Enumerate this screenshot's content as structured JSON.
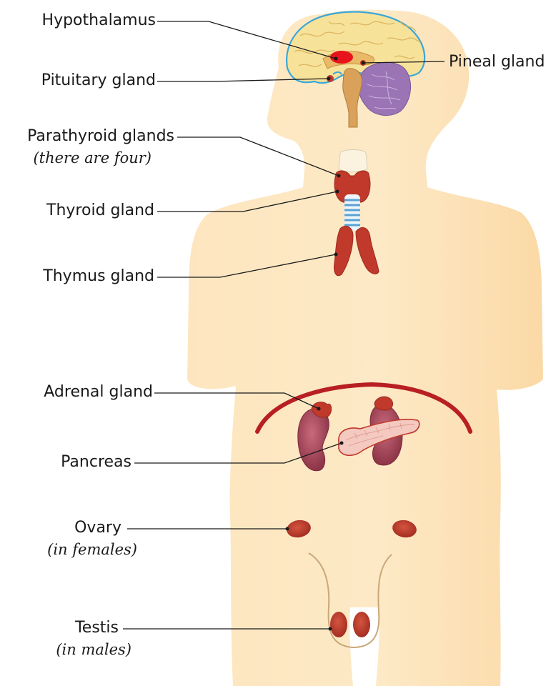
{
  "labels": {
    "hypothalamus": "Hypothalamus",
    "pineal": "Pineal gland",
    "pituitary": "Pituitary gland",
    "parathyroid": "Parathyroid glands",
    "parathyroid_note": "(there are four)",
    "thyroid": "Thyroid gland",
    "thymus": "Thymus gland",
    "adrenal": "Adrenal gland",
    "pancreas": "Pancreas",
    "ovary": "Ovary",
    "ovary_note": "(in females)",
    "testis": "Testis",
    "testis_note": "(in males)"
  },
  "colors": {
    "body_skin": "#fde6bf",
    "brain": "#f7e29a",
    "brain_outline": "#3aa7d8",
    "cerebellum": "#9b74b5",
    "brainstem": "#d9a15a",
    "gland_red": "#c0392b",
    "hypothalamus_red": "#e8141c",
    "trachea": "#7fb9dd",
    "kidney": "#a0485a",
    "pancreas": "#f3c9c0",
    "leader_line": "#1a1a1a"
  }
}
